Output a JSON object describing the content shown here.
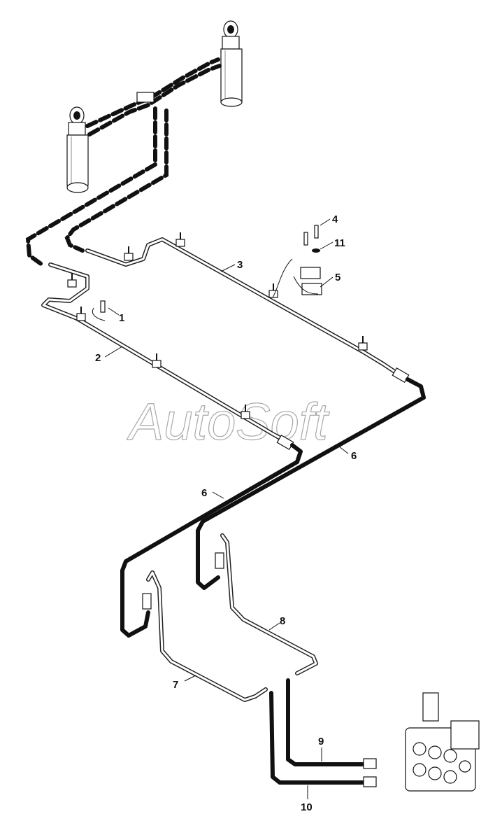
{
  "watermark": "AutoSoft",
  "callouts": {
    "c1": "1",
    "c2": "2",
    "c3": "3",
    "c4": "4",
    "c5": "5",
    "c6a": "6",
    "c6b": "6",
    "c7": "7",
    "c8": "8",
    "c9": "9",
    "c10": "10",
    "c11": "11"
  }
}
